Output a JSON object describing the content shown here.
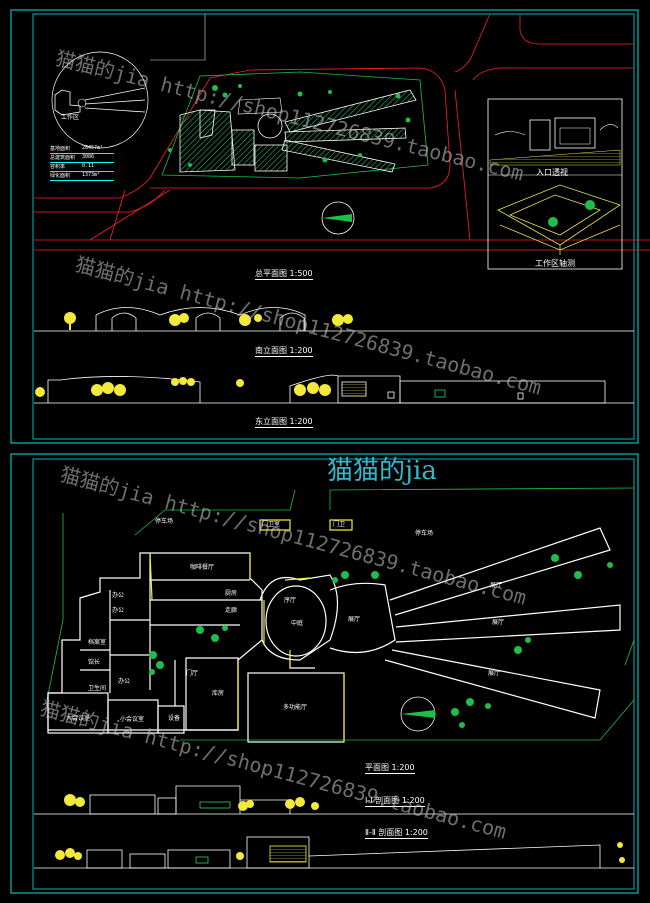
{
  "sheet1": {
    "site_plan_title": "总平面图 1:500",
    "south_elev_title": "南立面图 1:200",
    "east_elev_title": "东立面图 1:200",
    "entrance_view_label": "入口透视",
    "work_area_axon_label": "工作区轴测",
    "small_site_label": "工作区",
    "stats": [
      {
        "k": "基地面积",
        "v": "28457m²"
      },
      {
        "k": "总建筑面积",
        "v": "3086"
      },
      {
        "k": "容积率",
        "v": "0.11"
      },
      {
        "k": "绿化面积",
        "v": "1373m²"
      }
    ]
  },
  "sheet2": {
    "plan_title": "平面图 1:200",
    "section1_title": "I-I 剖面图 1:200",
    "section2_title": "Ⅱ-Ⅱ 剖面图 1:200",
    "rooms": {
      "parking1": "停车场",
      "parking2": "停车场",
      "guard1": "门卫室",
      "guard2": "门卫",
      "hall_restaurant": "咖啡餐厅",
      "kitchen": "厨房",
      "corridor": "走廊",
      "atrium": "中庭",
      "hall_exhibit": "序厅",
      "exhibit_main": "展厅",
      "gallery1": "展厅",
      "gallery2": "展厅",
      "gallery3": "展厅",
      "multi": "多功能厅",
      "store": "库房",
      "meeting_l": "大会议室",
      "meeting_s": "小会议室",
      "office1": "办公",
      "office2": "办公",
      "office3": "档案室",
      "office4": "馆长",
      "office5": "办公",
      "lobby": "门厅",
      "wc": "卫生间",
      "equip": "设备"
    }
  },
  "watermarks": {
    "text1": "猫猫的jia  http://shop112726839.taobao.com",
    "text2": "猫猫的jia"
  },
  "colors": {
    "frame": "#00e5e5",
    "wall": "#ffffff",
    "road": "#ff2020",
    "tree": "#f2e93a",
    "green": "#1dbf4a",
    "hatch": "#26d07a"
  }
}
